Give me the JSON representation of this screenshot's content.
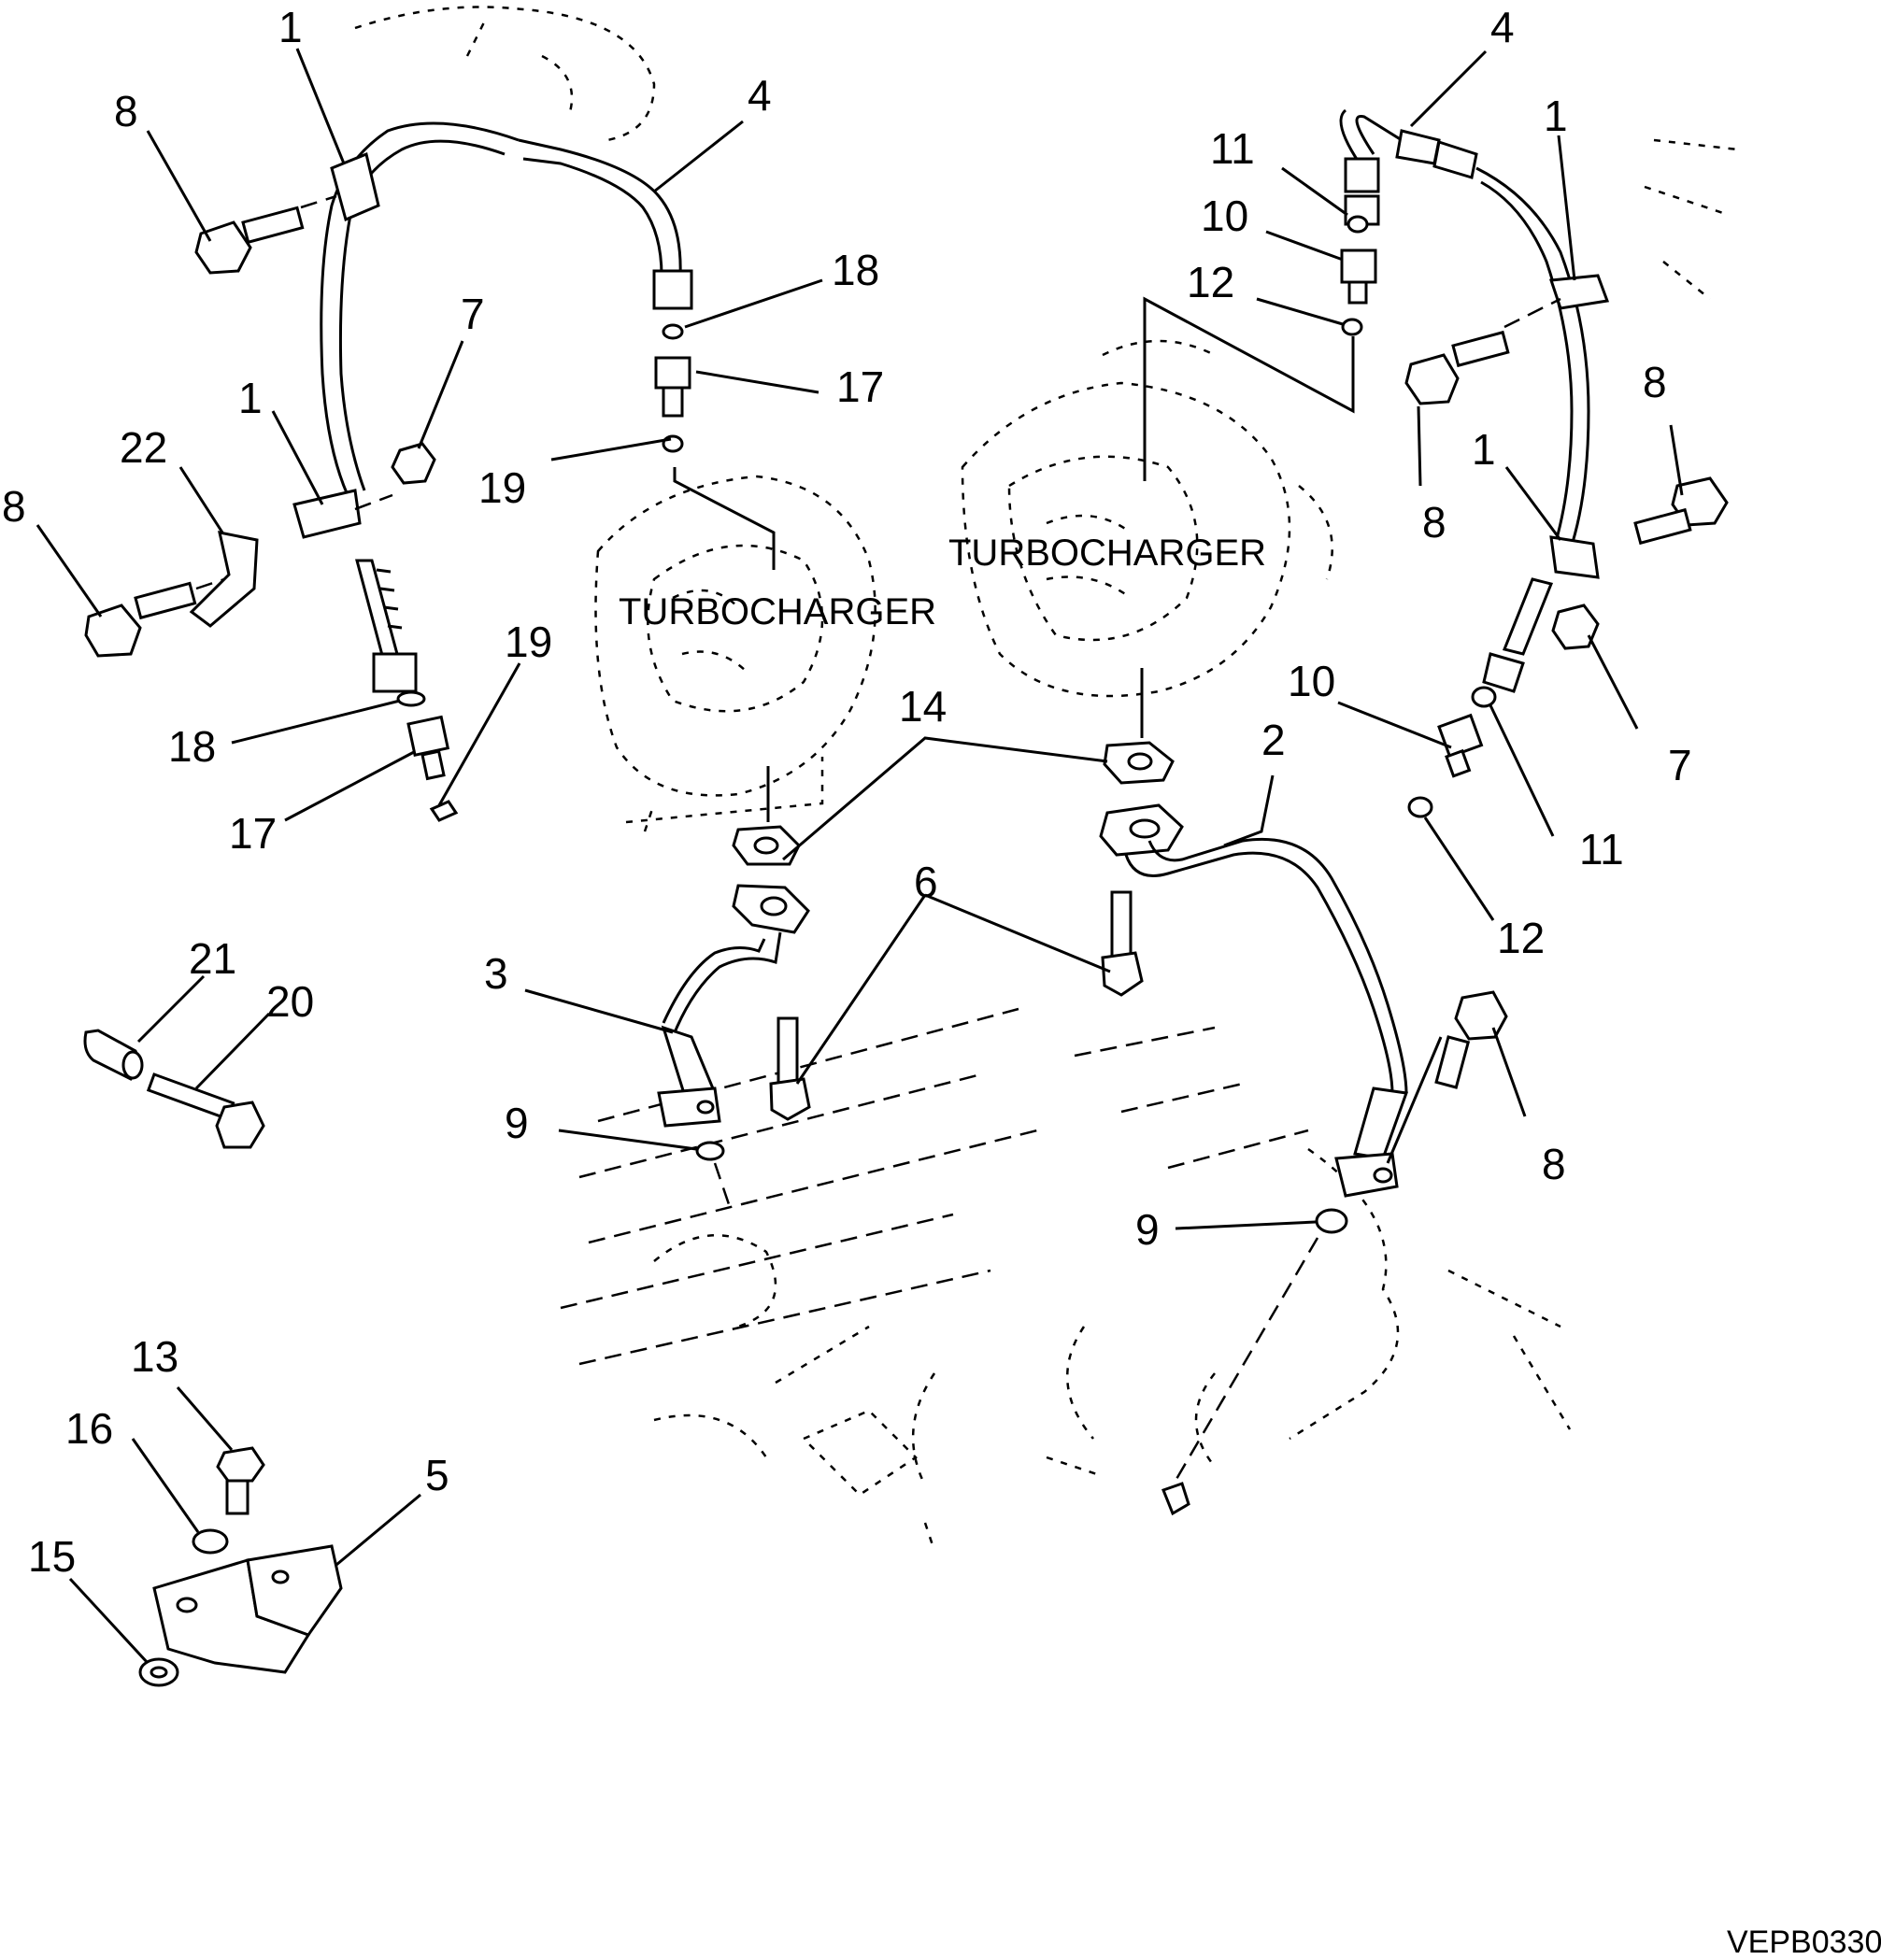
{
  "diagram": {
    "figure_code": "VEPB0330",
    "component_labels": [
      "TURBOCHARGER",
      "TURBOCHARGER"
    ],
    "callouts": [
      "1",
      "8",
      "4",
      "18",
      "17",
      "7",
      "1",
      "22",
      "8",
      "19",
      "18",
      "19",
      "17",
      "4",
      "1",
      "11",
      "10",
      "12",
      "8",
      "8",
      "1",
      "14",
      "10",
      "7",
      "2",
      "11",
      "12",
      "6",
      "3",
      "21",
      "20",
      "9",
      "8",
      "9",
      "13",
      "16",
      "5",
      "15"
    ]
  }
}
